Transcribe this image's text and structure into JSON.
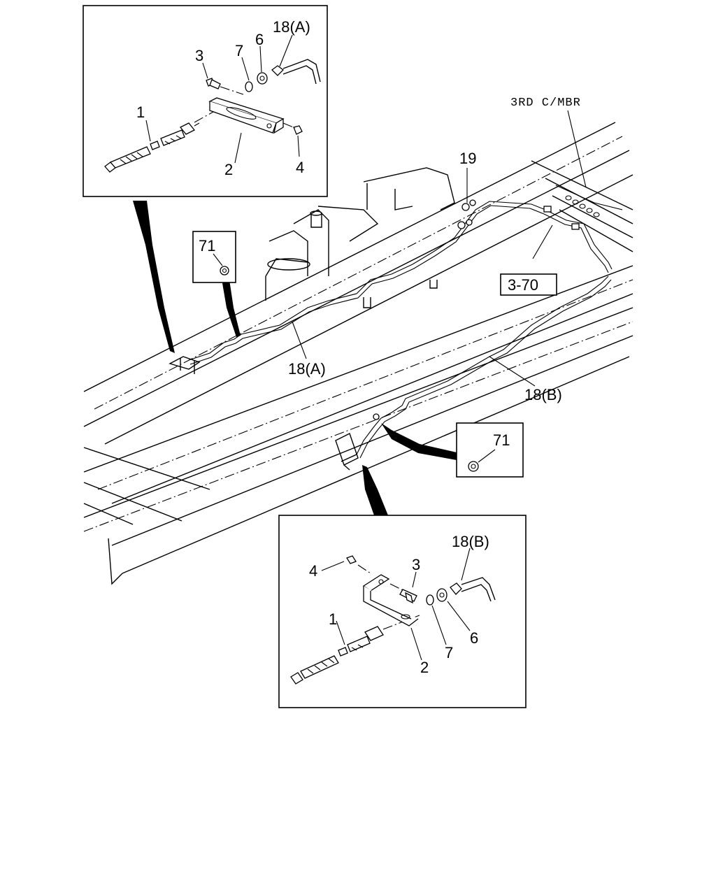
{
  "labels": {
    "top_pipe": "18(A)",
    "bottom_pipe": "18(B)",
    "hose": "1",
    "bracket": "2",
    "bolt": "3",
    "nut": "4",
    "nut6": "6",
    "clip7": "7",
    "clip71": "71",
    "connector19": "19",
    "crossmember": "3RD C/MBR",
    "ref": "3-70"
  }
}
